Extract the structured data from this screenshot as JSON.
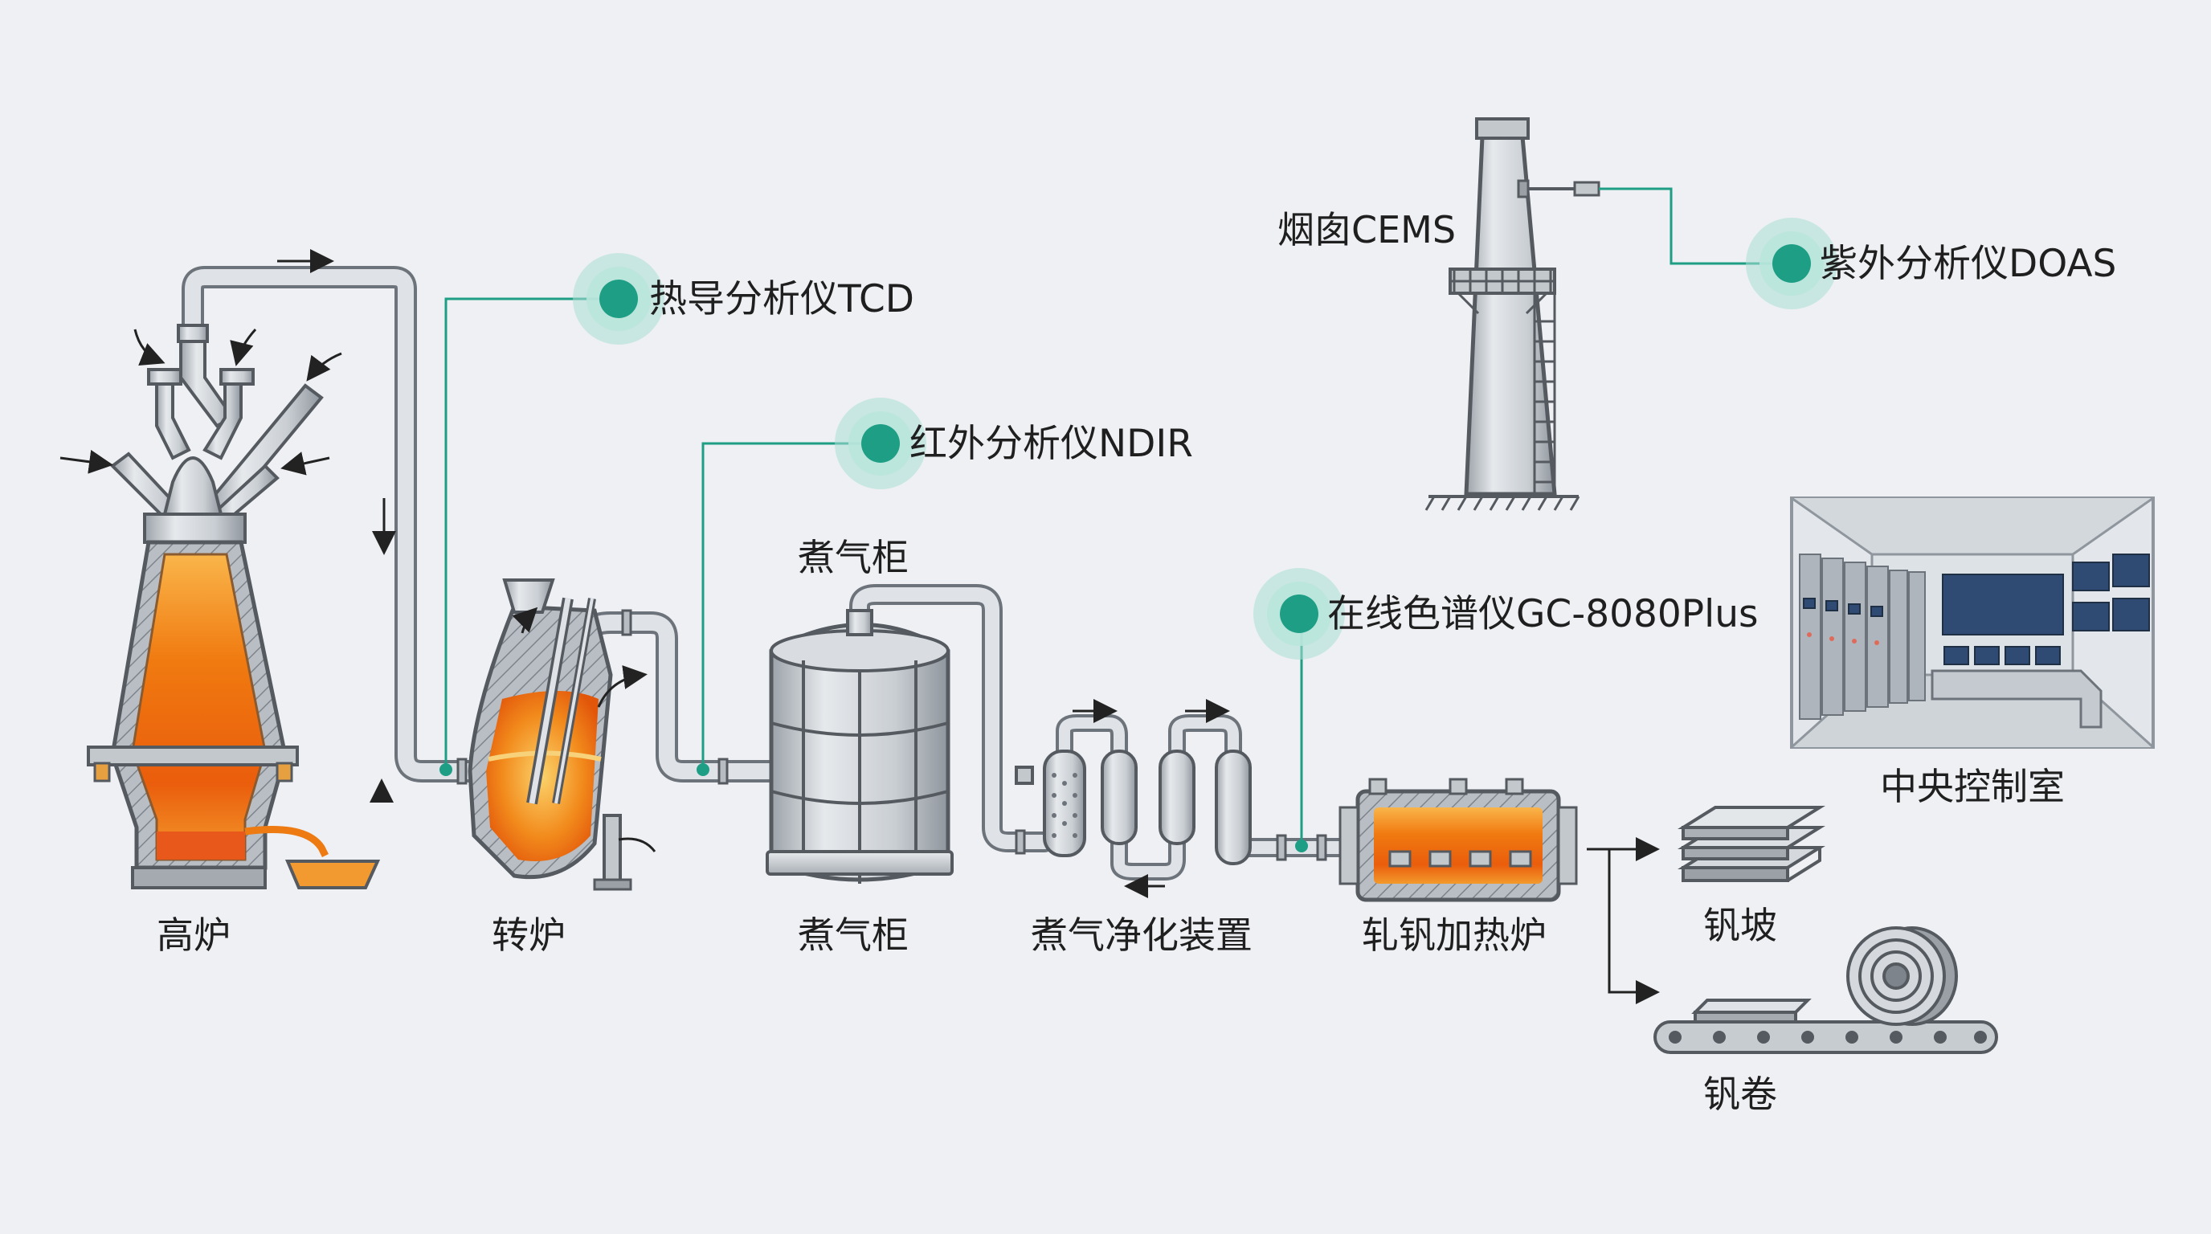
{
  "equipment": {
    "blast_furnace": "高炉",
    "converter": "转炉",
    "gas_holder_top": "煮气柜",
    "gas_holder": "煮气柜",
    "gas_cleaning": "煮气净化装置",
    "reheating_furnace": "轧钒加热炉",
    "slab": "钒坡",
    "coil": "钒卷",
    "chimney_cems": "烟囱CEMS",
    "control_room": "中央控制室"
  },
  "analyzers": {
    "tcd": "热导分析仪TCD",
    "ndir": "红外分析仪NDIR",
    "gc": "在线色谱仪GC-8080Plus",
    "doas": "紫外分析仪DOAS"
  },
  "colors": {
    "background": "#eef0f3",
    "accent": "#1f9e86",
    "accent_glow": "#a9ded3",
    "steel": "#c4c9ce",
    "molten": "#f07a10",
    "outline": "#555a60"
  }
}
